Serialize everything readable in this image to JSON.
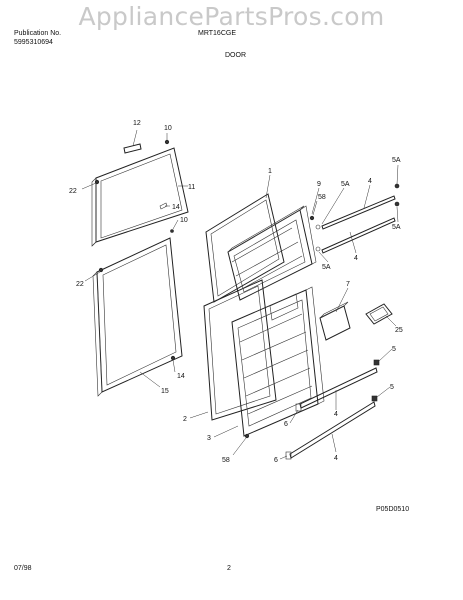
{
  "watermark": "AppliancePartsPros.com",
  "header": {
    "publication_label": "Publication No.",
    "publication_number": "5995310694",
    "model": "MRT16CGE",
    "section": "DOOR"
  },
  "footer": {
    "diagram_code": "P05D0510",
    "date": "07/98",
    "page": "2"
  },
  "callouts": {
    "c12": "12",
    "c10a": "10",
    "c22a": "22",
    "c11": "11",
    "c14a": "14",
    "c10b": "10",
    "c22b": "22",
    "c14b": "14",
    "c15": "15",
    "c1": "1",
    "c9": "9",
    "c58a": "58",
    "c5Aa": "5A",
    "c4a": "4",
    "c5Ab": "5A",
    "c5Ac": "5A",
    "c5Ad": "5A",
    "c4b": "4",
    "c7": "7",
    "c25": "25",
    "c5a": "5",
    "c5b": "5",
    "c4c": "4",
    "c4d": "4",
    "c6a": "6",
    "c6b": "6",
    "c2": "2",
    "c3": "3",
    "c58b": "58"
  }
}
